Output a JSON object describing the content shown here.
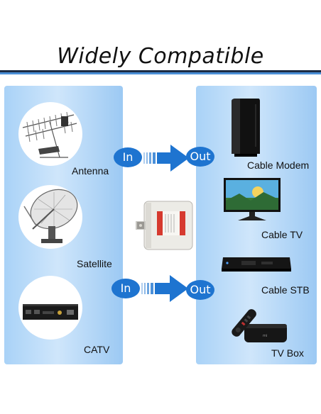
{
  "title": "Widely Compatible",
  "inputs": {
    "items": [
      {
        "label": "Antenna",
        "icon": "antenna-icon"
      },
      {
        "label": "Satellite",
        "icon": "satellite-dish-icon"
      },
      {
        "label": "CATV",
        "icon": "catv-box-icon"
      }
    ]
  },
  "flow": {
    "in_label": "In",
    "out_label": "Out"
  },
  "outputs": {
    "items": [
      {
        "label": "Cable Modem",
        "icon": "cable-modem-icon"
      },
      {
        "label": "Cable TV",
        "icon": "tv-monitor-icon"
      },
      {
        "label": "Cable STB",
        "icon": "set-top-box-icon"
      },
      {
        "label": "TV Box",
        "icon": "tv-box-remote-icon"
      }
    ]
  },
  "colors": {
    "accent": "#1e74d0",
    "panel": "#b8dbf8",
    "rule_dark": "#1c2c44",
    "rule_light": "#4a8fd6"
  }
}
